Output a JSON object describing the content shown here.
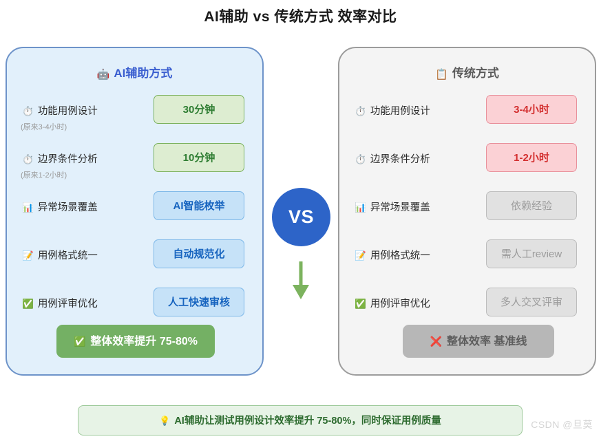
{
  "page": {
    "title": "AI辅助 vs 传统方式 效率对比",
    "watermark": "CSDN @旦莫"
  },
  "vs": {
    "label": "VS",
    "circle_color": "#2d64c8",
    "arrow_color": "#7cb35e",
    "arrow_icon": "down-arrow-icon"
  },
  "ai_panel": {
    "header_icon": "🤖",
    "header_icon_name": "robot-icon",
    "header": "AI辅助方式",
    "accent_color": "#3b5fd0",
    "background": "#e2f0fb",
    "border_color": "#6d93c9",
    "rows": [
      {
        "icon": "⏱️",
        "icon_name": "stopwatch-icon",
        "label": "功能用例设计",
        "sub": "(原来3-4小时)",
        "badge": "30分钟",
        "badge_style": "green"
      },
      {
        "icon": "⏱️",
        "icon_name": "stopwatch-icon",
        "label": "边界条件分析",
        "sub": "(原来1-2小时)",
        "badge": "10分钟",
        "badge_style": "green"
      },
      {
        "icon": "📊",
        "icon_name": "bar-chart-icon",
        "label": "异常场景覆盖",
        "sub": "",
        "badge": "AI智能枚举",
        "badge_style": "blue"
      },
      {
        "icon": "📝",
        "icon_name": "memo-icon",
        "label": "用例格式统一",
        "sub": "",
        "badge": "自动规范化",
        "badge_style": "blue"
      },
      {
        "icon": "✅",
        "icon_name": "check-mark-icon",
        "label": "用例评审优化",
        "sub": "",
        "badge": "人工快速审核",
        "badge_style": "blue"
      }
    ],
    "footer_icon": "✅",
    "footer_icon_name": "check-mark-icon",
    "footer": "整体效率提升 75-80%",
    "footer_color": "#74b064"
  },
  "traditional_panel": {
    "header_icon": "📋",
    "header_icon_name": "clipboard-icon",
    "header": "传统方式",
    "accent_color": "#5a5a5a",
    "background": "#f4f4f4",
    "border_color": "#9c9c9c",
    "rows": [
      {
        "icon": "⏱️",
        "icon_name": "stopwatch-icon",
        "label": "功能用例设计",
        "sub": "",
        "badge": "3-4小时",
        "badge_style": "red"
      },
      {
        "icon": "⏱️",
        "icon_name": "stopwatch-icon",
        "label": "边界条件分析",
        "sub": "",
        "badge": "1-2小时",
        "badge_style": "red"
      },
      {
        "icon": "📊",
        "icon_name": "bar-chart-icon",
        "label": "异常场景覆盖",
        "sub": "",
        "badge": "依赖经验",
        "badge_style": "grey"
      },
      {
        "icon": "📝",
        "icon_name": "memo-icon",
        "label": "用例格式统一",
        "sub": "",
        "badge": "需人工review",
        "badge_style": "grey"
      },
      {
        "icon": "✅",
        "icon_name": "check-mark-icon",
        "label": "用例评审优化",
        "sub": "",
        "badge": "多人交叉评审",
        "badge_style": "grey"
      }
    ],
    "footer_icon": "❌",
    "footer_icon_name": "cross-mark-icon",
    "footer": "整体效率 基准线",
    "footer_color": "#b7b7b7"
  },
  "banner": {
    "icon": "💡",
    "icon_name": "lightbulb-icon",
    "text": "AI辅助让测试用例设计效率提升 75-80%，同时保证用例质量",
    "color": "#2d6b2f",
    "background": "#e7f3e6"
  }
}
